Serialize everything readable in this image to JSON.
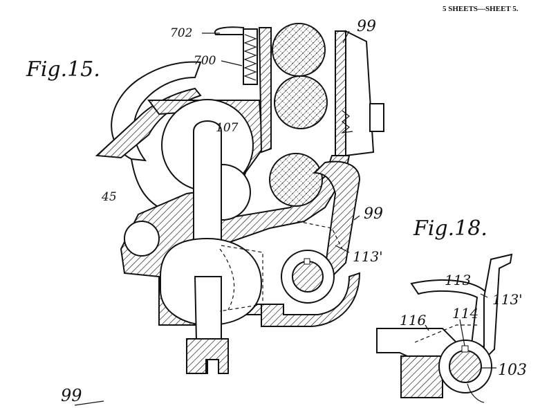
{
  "header": {
    "sheet_label": "5 SHEETS—SHEET 5."
  },
  "figures": {
    "fig15": {
      "title": "Fig.15."
    },
    "fig18": {
      "title": "Fig.18."
    }
  },
  "labels": {
    "l702": "702",
    "l700": "700",
    "l99_top": "99",
    "l107": "107",
    "l45": "45",
    "l99_mid": "99",
    "l113p_a": "113'",
    "l113": "113",
    "l113p_b": "113'",
    "l116": "116",
    "l114": "114",
    "l103": "103",
    "l99_bottom": "99"
  }
}
